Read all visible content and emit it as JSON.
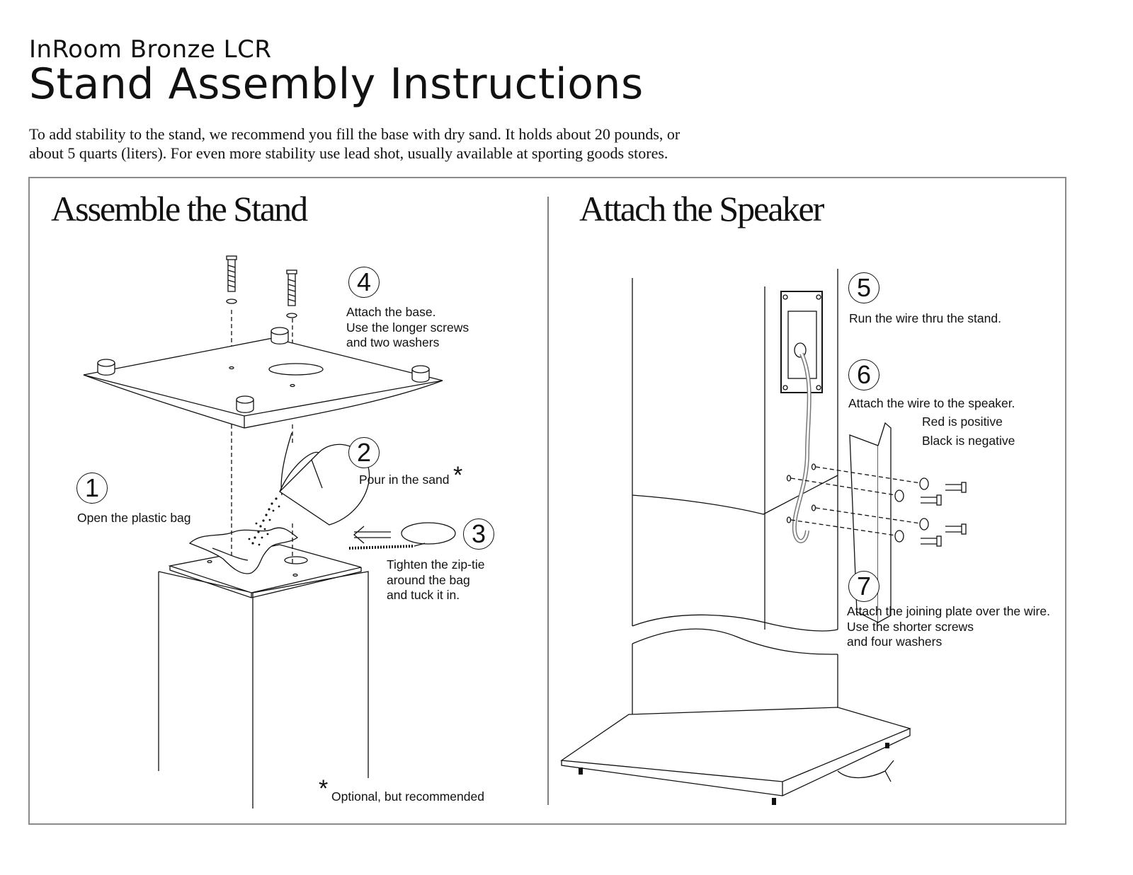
{
  "header": {
    "product": "InRoom Bronze LCR",
    "title": "Stand Assembly Instructions",
    "intro_line1": "To add stability to the stand, we recommend you fill the base with dry sand. It holds about 20 pounds, or",
    "intro_line2": "about 5 quarts (liters).  For even more stability use lead shot, usually available at sporting goods stores."
  },
  "left_section": {
    "title": "Assemble the Stand",
    "steps": [
      {
        "number": "1",
        "lines": [
          "Open the plastic bag"
        ]
      },
      {
        "number": "2",
        "lines": [
          "Pour in the sand"
        ],
        "marker": "*"
      },
      {
        "number": "3",
        "lines": [
          "Tighten the zip-tie",
          "around the bag",
          "and tuck it in."
        ]
      },
      {
        "number": "4",
        "lines": [
          "Attach the base.",
          "Use the longer screws",
          "and two washers"
        ]
      }
    ],
    "footnote_marker": "*",
    "footnote": "Optional, but recommended"
  },
  "right_section": {
    "title": "Attach the Speaker",
    "steps": [
      {
        "number": "5",
        "lines": [
          "Run the wire thru the stand."
        ]
      },
      {
        "number": "6",
        "lines": [
          "Attach the wire to the speaker.",
          "Red is positive",
          "Black is negative"
        ]
      },
      {
        "number": "7",
        "lines": [
          "Attach the joining plate over the wire.",
          "Use the shorter screws",
          "and four washers"
        ]
      }
    ]
  }
}
